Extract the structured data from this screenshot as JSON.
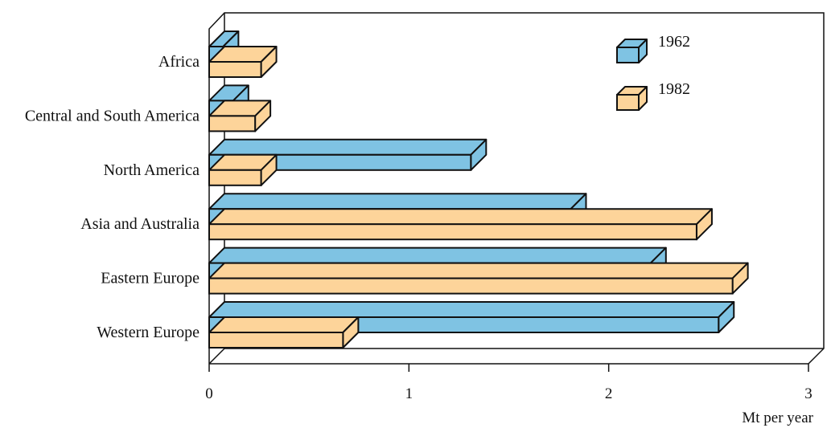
{
  "chart_data": {
    "type": "bar",
    "orientation": "horizontal",
    "style": "3d",
    "categories": [
      "Africa",
      "Central and South America",
      "North America",
      "Asia and Australia",
      "Eastern Europe",
      "Western Europe"
    ],
    "series": [
      {
        "name": "1962",
        "values": [
          0.07,
          0.12,
          1.31,
          1.81,
          2.21,
          2.55
        ]
      },
      {
        "name": "1982",
        "values": [
          0.26,
          0.23,
          0.26,
          2.44,
          2.62,
          0.67
        ]
      }
    ],
    "xlabel": "Mt per year",
    "xlim": [
      0,
      3
    ],
    "xticks": [
      "0",
      "1",
      "2",
      "3"
    ],
    "legend": "top-right",
    "colors": {
      "1962": "#7fc3e3",
      "1982": "#fdd49a",
      "outline": "#111111"
    }
  }
}
